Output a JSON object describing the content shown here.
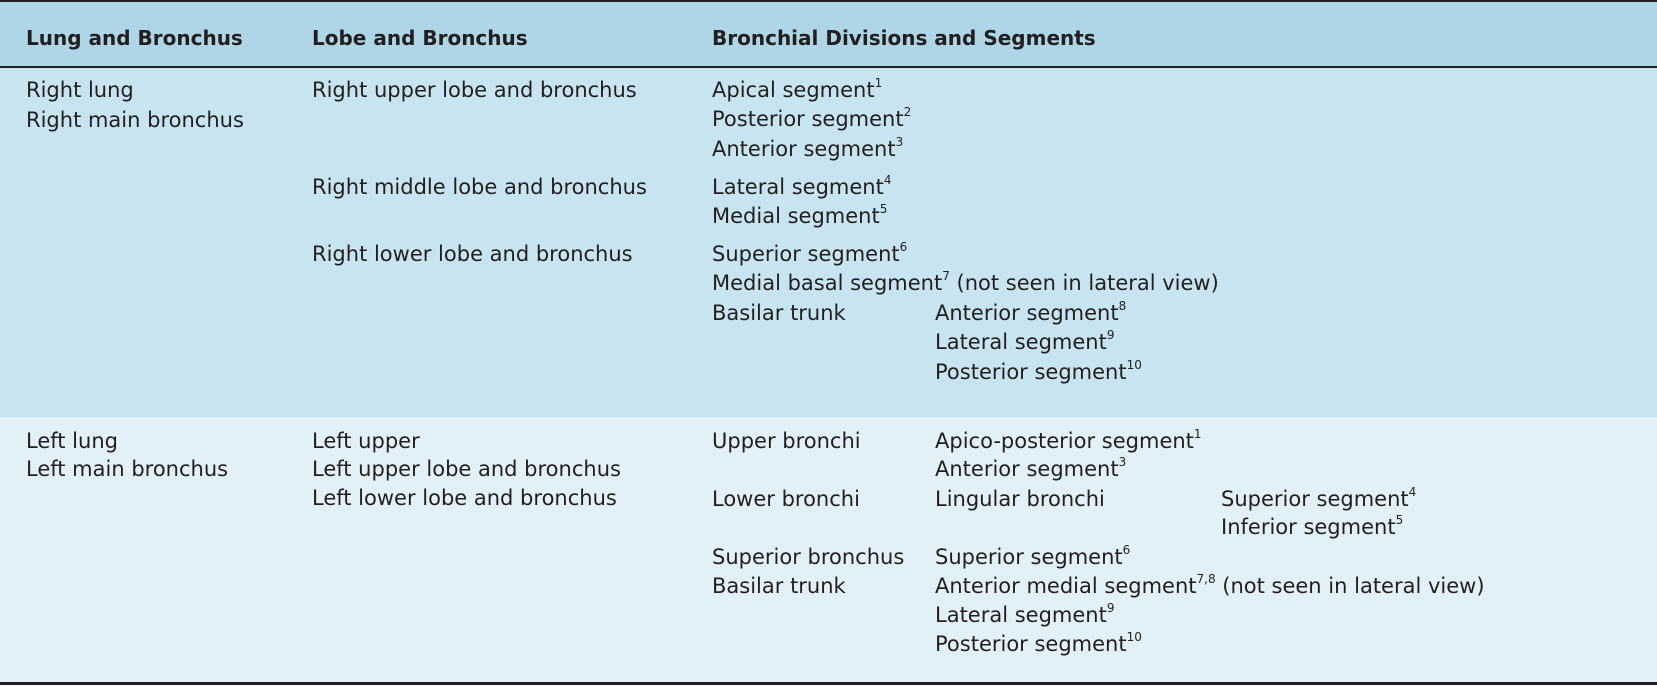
{
  "headers": {
    "lung": "Lung and Bronchus",
    "lobe": "Lobe and Bronchus",
    "divisions": "Bronchial Divisions and Segments"
  },
  "right": {
    "lung_1": "Right lung",
    "lung_2": "Right main bronchus",
    "upper_lobe": "Right upper lobe and bronchus",
    "apical": "Apical segment",
    "apical_sup": "1",
    "posterior": "Posterior segment",
    "posterior_sup": "2",
    "anterior": "Anterior segment",
    "anterior_sup": "3",
    "middle_lobe": "Right middle lobe and bronchus",
    "lateral": "Lateral segment",
    "lateral_sup": "4",
    "medial": "Medial segment",
    "medial_sup": "5",
    "lower_lobe": "Right lower lobe and bronchus",
    "superior": "Superior segment",
    "superior_sup": "6",
    "medial_basal": "Medial basal segment",
    "medial_basal_sup": "7",
    "medial_basal_note": " (not seen in lateral view)",
    "basilar_trunk": "Basilar trunk",
    "basal_anterior": "Anterior segment",
    "basal_anterior_sup": "8",
    "basal_lateral": "Lateral segment",
    "basal_lateral_sup": "9",
    "basal_posterior": "Posterior segment",
    "basal_posterior_sup": "10"
  },
  "left": {
    "lung_1": "Left lung",
    "lung_2": "Left main bronchus",
    "lobe_1": "Left upper",
    "lobe_2": "Left upper lobe and bronchus",
    "lobe_3": "Left lower lobe and bronchus",
    "upper_bronchi": "Upper bronchi",
    "apico_posterior": "Apico-posterior segment",
    "apico_posterior_sup": "1",
    "upper_anterior": "Anterior segment",
    "upper_anterior_sup": "3",
    "lower_bronchi": "Lower bronchi",
    "lingular_bronchi": "Lingular bronchi",
    "ling_superior": "Superior segment",
    "ling_superior_sup": "4",
    "ling_inferior": "Inferior segment",
    "ling_inferior_sup": "5",
    "superior_bronchus": "Superior bronchus",
    "superior_segment": "Superior segment",
    "superior_segment_sup": "6",
    "basilar_trunk": "Basilar trunk",
    "anterior_medial": "Anterior medial segment",
    "anterior_medial_sup": "7,8",
    "anterior_medial_note": " (not seen in lateral view)",
    "basal_lateral": "Lateral segment",
    "basal_lateral_sup": "9",
    "basal_posterior": "Posterior segment",
    "basal_posterior_sup": "10"
  }
}
